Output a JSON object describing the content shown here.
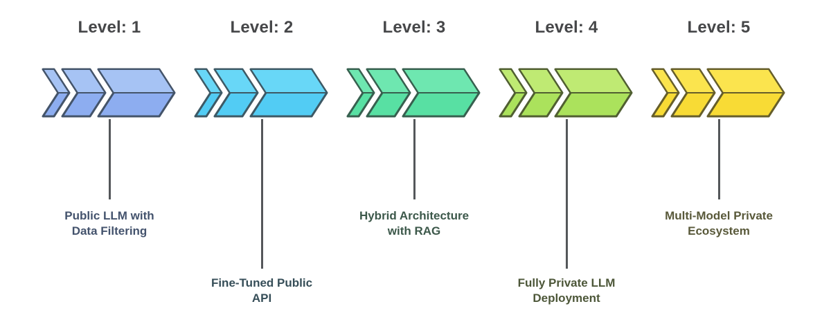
{
  "diagram": {
    "background_color": "#ffffff",
    "title_color": "#464749",
    "connector_color": "#54575a",
    "levels": [
      {
        "title": "Level: 1",
        "label_lines": [
          "Public LLM with",
          "Data Filtering"
        ],
        "label_position": "upper",
        "fill_top": "#a6c3f4",
        "fill_bottom": "#8dadf0",
        "stroke": "#44546a",
        "label_color": "#44536d"
      },
      {
        "title": "Level: 2",
        "label_lines": [
          "Fine-Tuned Public",
          "API"
        ],
        "label_position": "lower",
        "fill_top": "#68d7f7",
        "fill_bottom": "#52ccf4",
        "stroke": "#3d5965",
        "label_color": "#364e58"
      },
      {
        "title": "Level: 3",
        "label_lines": [
          "Hybrid Architecture",
          "with RAG"
        ],
        "label_position": "upper",
        "fill_top": "#6ee7b0",
        "fill_bottom": "#58e0a3",
        "stroke": "#37604f",
        "label_color": "#3c584a"
      },
      {
        "title": "Level: 4",
        "label_lines": [
          "Fully Private LLM",
          "Deployment"
        ],
        "label_position": "lower",
        "fill_top": "#bfea73",
        "fill_bottom": "#abe25c",
        "stroke": "#505f31",
        "label_color": "#4d5739"
      },
      {
        "title": "Level: 5",
        "label_lines": [
          "Multi-Model Private",
          "Ecosystem"
        ],
        "label_position": "upper",
        "fill_top": "#fbe44e",
        "fill_bottom": "#f8db35",
        "stroke": "#665e2a",
        "label_color": "#59593a"
      }
    ]
  }
}
